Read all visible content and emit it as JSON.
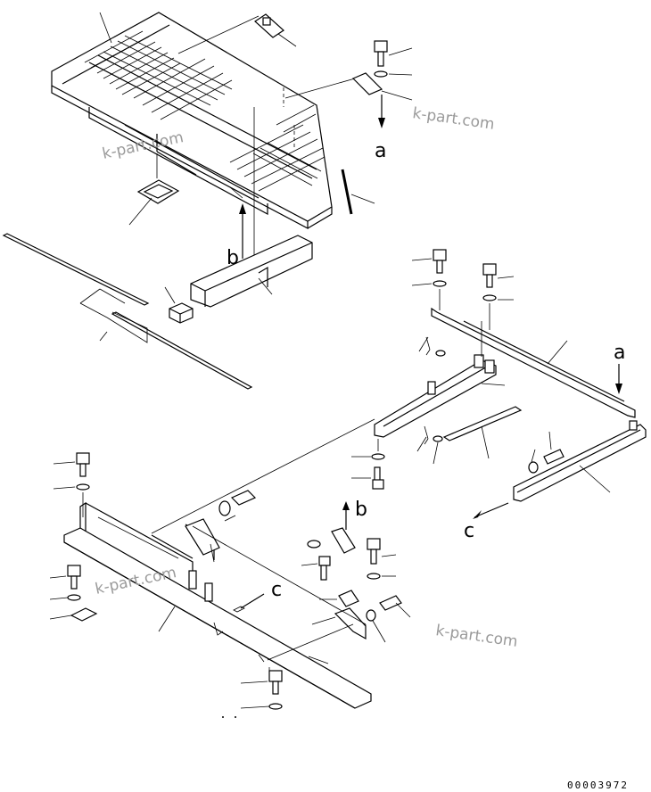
{
  "callouts": {
    "a": "a",
    "b": "b",
    "c": "c"
  },
  "watermark": "k-part.com",
  "document_number": "00003972",
  "colors": {
    "ink": "#000000",
    "watermark": "#9a9a9a",
    "paper": "#ffffff"
  }
}
